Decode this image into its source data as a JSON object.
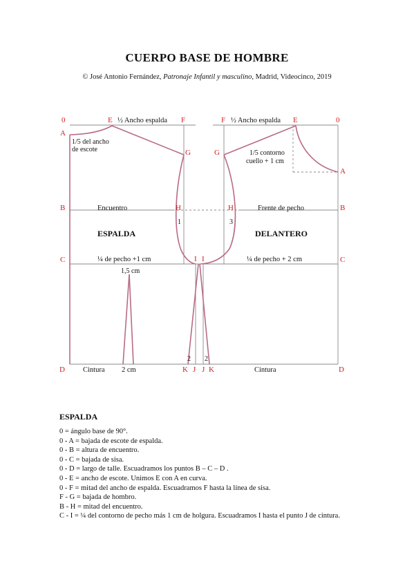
{
  "title": "CUERPO BASE DE HOMBRE",
  "credit": {
    "prefix": "© José Antonio Fernández, ",
    "book": "Patronaje Infantil y masculino",
    "suffix": ", Madrid, Videocinco, 2019"
  },
  "diagram": {
    "back": {
      "point_0": "0",
      "point_E": "E",
      "point_F": "F",
      "point_A": "A",
      "point_B": "B",
      "point_C": "C",
      "point_D": "D",
      "point_G": "G",
      "point_H": "H",
      "point_I": "I",
      "point_K": "K",
      "point_J": "J",
      "shoulder_label": "½ Ancho espalda",
      "neck_label_1": "1/5 del ancho",
      "neck_label_2": "de escote",
      "line_B_label": "Encuentro",
      "panel_label": "ESPALDA",
      "line_C_label": "¼ de pecho +1 cm",
      "dart_label": "1,5 cm",
      "waist_label": "Cintura",
      "dart_width_label": "2 cm",
      "armhole_num": "1",
      "side_num": "2"
    },
    "front": {
      "point_0": "0",
      "point_E": "E",
      "point_F": "F",
      "point_A": "A",
      "point_B": "B",
      "point_C": "C",
      "point_D": "D",
      "point_G": "G",
      "point_H": "H",
      "point_I": "I",
      "point_K": "K",
      "point_J": "J",
      "shoulder_label": "½ Ancho espalda",
      "neck_label_1": "1/5 contorno",
      "neck_label_2": "cuello + 1 cm",
      "line_B_label": "Frente de pecho",
      "panel_label": "DELANTERO",
      "line_C_label": "¼ de pecho + 2 cm",
      "waist_label": "Cintura",
      "armhole_num": "3",
      "side_num": "2"
    },
    "colors": {
      "pattern_line": "#b86a86",
      "guide_line": "#8a8a8a",
      "point_letter": "#d61b1b"
    }
  },
  "section_title": "ESPALDA",
  "steps": [
    "0 = ángulo base de 90°.",
    "0 - A = bajada de escote de espalda.",
    "0 - B = altura de encuentro.",
    "0 - C = bajada de sisa.",
    "0 - D = largo de talle. Escuadramos los puntos B – C – D .",
    "0 - E = ancho de escote. Unimos E con A en curva.",
    "0 - F = mitad del ancho de espalda. Escuadramos F hasta la línea de sisa.",
    "F - G = bajada de hombro.",
    "B - H = mitad del encuentro.",
    "C - I = ¼ del contorno de pecho más 1 cm de holgura. Escuadramos I hasta el punto J de cintura."
  ]
}
